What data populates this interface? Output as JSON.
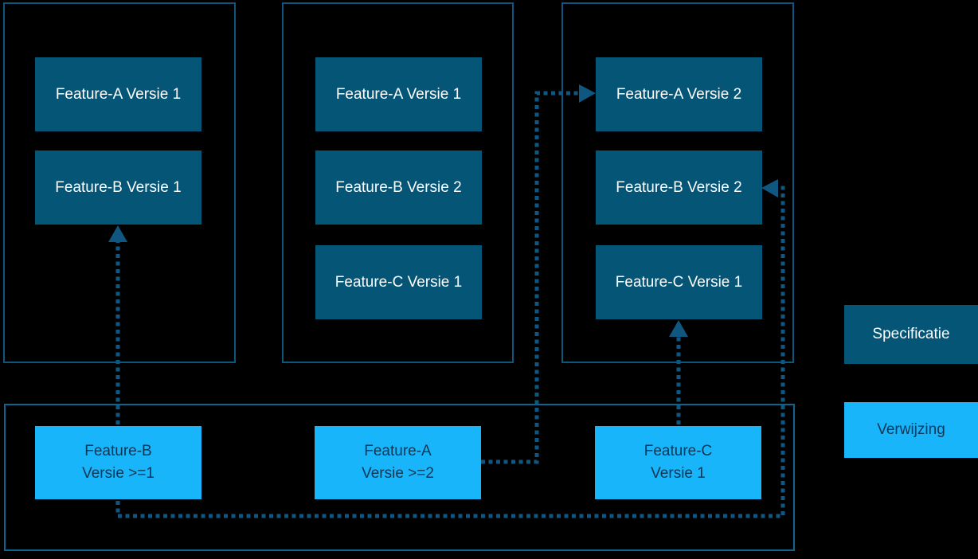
{
  "diagram": {
    "type": "dependency-diagram",
    "background_color": "#000000",
    "colors": {
      "specification_fill": "#055577",
      "reference_fill": "#18b5fb",
      "container_border": "#0e567e",
      "bottom_container_border": "#0f6391",
      "connector": "#0f5680",
      "specification_text": "#ffffff",
      "reference_text": "#0d3756"
    },
    "groups": {
      "left": {
        "items": {
          "a": "Feature-A Versie 1",
          "b": "Feature-B Versie 1"
        }
      },
      "middle": {
        "items": {
          "a": "Feature-A Versie 1",
          "b": "Feature-B Versie 2",
          "c": "Feature-C Versie 1"
        }
      },
      "right": {
        "items": {
          "a": "Feature-A Versie 2",
          "b": "Feature-B Versie 2",
          "c": "Feature-C Versie 1"
        }
      },
      "bottom": {
        "items": {
          "b_ref": {
            "line1": "Feature-B",
            "line2": "Versie >=1"
          },
          "a_ref": {
            "line1": "Feature-A",
            "line2": "Versie >=2"
          },
          "c_ref": {
            "line1": "Feature-C",
            "line2": "Versie 1"
          }
        }
      }
    },
    "legend": {
      "specification": "Specificatie",
      "reference": "Verwijzing"
    },
    "connections": [
      {
        "from": "bottom.b_ref",
        "to": "left.b",
        "style": "dotted-arrow",
        "enters": "bottom"
      },
      {
        "from": "bottom.a_ref",
        "to": "right.a",
        "style": "dotted-arrow",
        "enters": "left"
      },
      {
        "from": "bottom.c_ref",
        "to": "right.c",
        "style": "dotted-arrow",
        "enters": "bottom"
      },
      {
        "from": "bottom.b_ref",
        "to": "right.b",
        "style": "dotted-arrow",
        "enters": "right"
      }
    ]
  }
}
